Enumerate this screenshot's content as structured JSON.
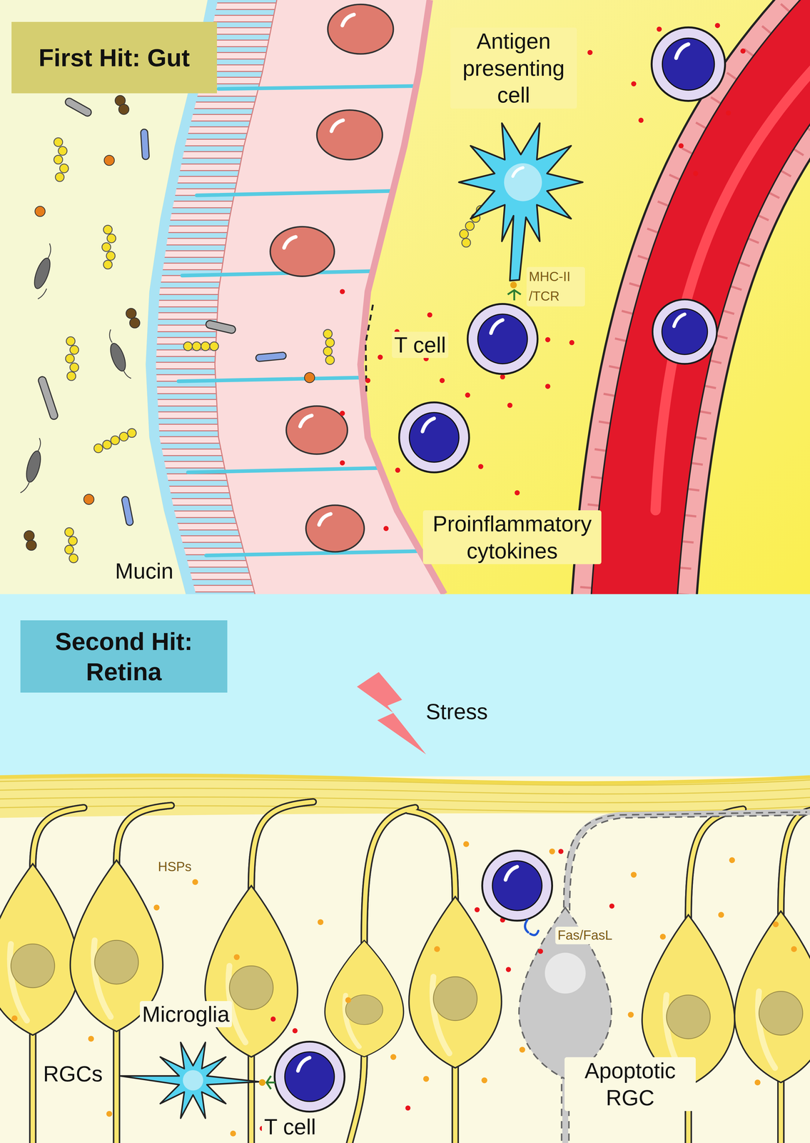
{
  "diagram": {
    "nodes": [
      {
        "text": [
          "First Hit: Gut"
        ]
      },
      {
        "text": [
          "Second Hit: Retina"
        ]
      }
    ],
    "labels": [
      "Antigen presenting cell",
      "MHC-II /TCR",
      "T cell",
      "Proinflammatory cytokines",
      "Mucin",
      "Stress",
      "HSPs",
      "Fas/FasL",
      "Microglia",
      "RGCs",
      "T cell",
      "Apoptotic RGC"
    ]
  }
}
